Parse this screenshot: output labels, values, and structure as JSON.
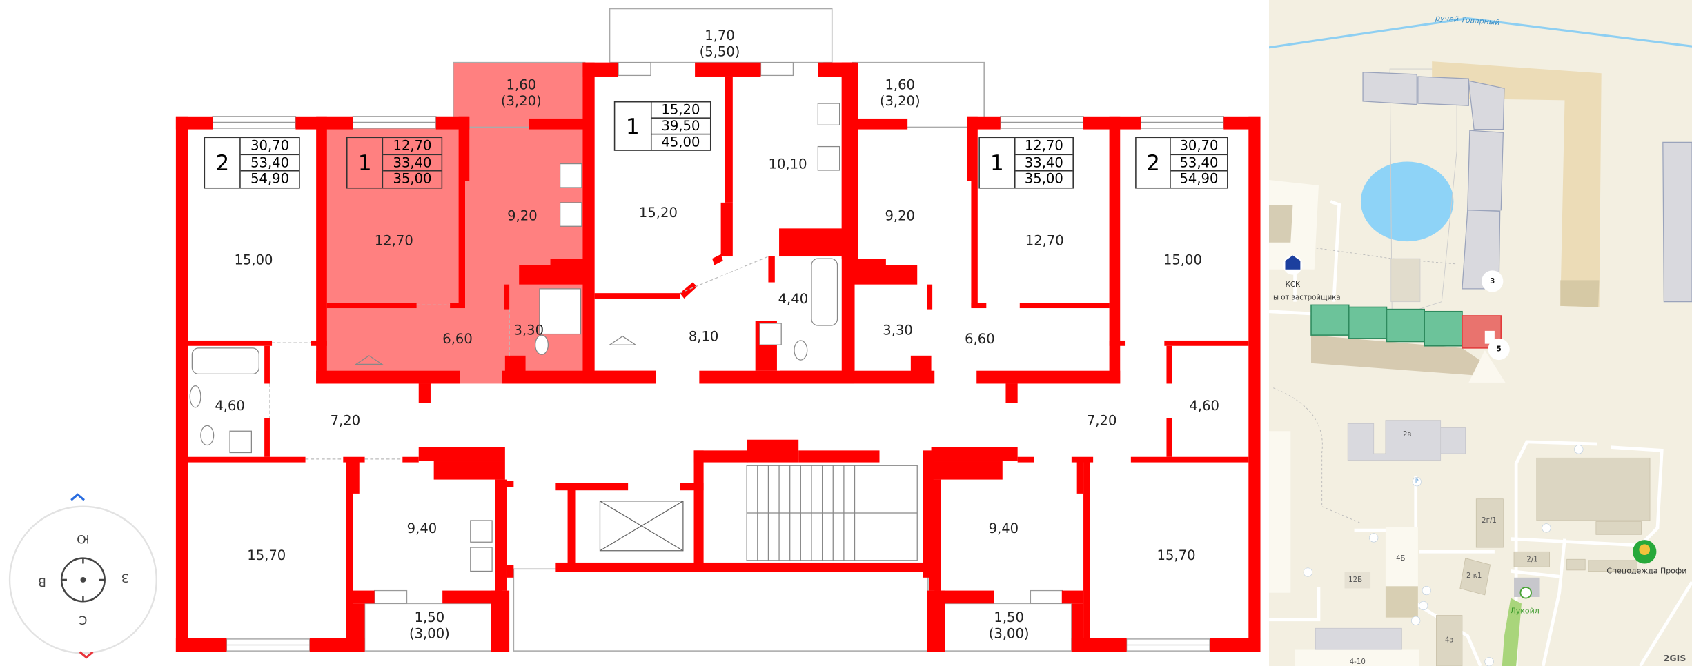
{
  "colors": {
    "wall": "#ff0000",
    "selected_fill": "#ff8080",
    "map_bg": "#f3efe1",
    "map_building": "#d9d9de",
    "map_selected": "#e9736e",
    "map_section": "#6cc39a",
    "water": "#8ed3f7"
  },
  "plan": {
    "balconies": [
      {
        "area": "1,70",
        "total": "(5,50)"
      },
      {
        "area": "1,60",
        "total": "(3,20)"
      },
      {
        "area": "1,60",
        "total": "(3,20)"
      },
      {
        "area": "1,50",
        "total": "(3,00)"
      },
      {
        "area": "1,50",
        "total": "(3,00)"
      }
    ],
    "apartments": [
      {
        "rooms": "2",
        "living": "30,70",
        "area": "53,40",
        "total": "54,90"
      },
      {
        "rooms": "1",
        "living": "12,70",
        "area": "33,40",
        "total": "35,00",
        "selected": true
      },
      {
        "rooms": "1",
        "living": "15,20",
        "area": "39,50",
        "total": "45,00"
      },
      {
        "rooms": "1",
        "living": "12,70",
        "area": "33,40",
        "total": "35,00"
      },
      {
        "rooms": "2",
        "living": "30,70",
        "area": "53,40",
        "total": "54,90"
      }
    ],
    "rooms": [
      "15,00",
      "12,70",
      "9,20",
      "15,20",
      "10,10",
      "9,20",
      "12,70",
      "15,00",
      "4,40",
      "3,30",
      "6,60",
      "8,10",
      "3,30",
      "6,60",
      "4,60",
      "7,20",
      "7,20",
      "4,60",
      "15,70",
      "9,40",
      "9,40",
      "15,70"
    ]
  },
  "compass": {
    "top": "Ю",
    "right": "З",
    "bottom": "С",
    "left": "В",
    "up_icon": "chevron-up-icon",
    "down_icon": "chevron-down-icon"
  },
  "map": {
    "river": "ручей Товарный",
    "ksk": "КСК",
    "ksk_sub": "ы от застройщика",
    "building_3": "3",
    "building_5": "5",
    "b_2v": "2в",
    "b_2g1": "2г/1",
    "b_21": "2/1",
    "b_2k1": "2 к1",
    "b_4b": "4Б",
    "b_12b": "12Б",
    "b_4a": "4а",
    "b_410": "4-10",
    "lukoil": "Лукойл",
    "shop": "Спецодежда Профи",
    "parking": "P",
    "logo": "2GIS"
  }
}
